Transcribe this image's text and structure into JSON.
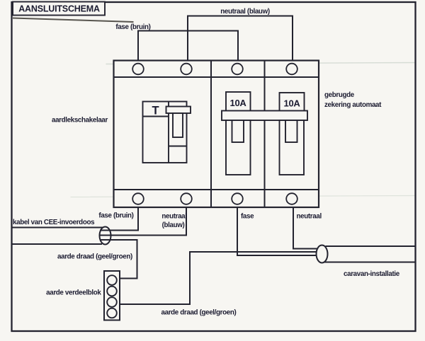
{
  "title": "AANSLUITSCHEMA",
  "colors": {
    "line": "#23232f",
    "text": "#1b1b30",
    "paper": "#f7f6f2"
  },
  "diagram": {
    "top_wires": {
      "fase_label": "fase (bruin)",
      "neutraal_label": "neutraal (blauw)"
    },
    "devices": {
      "rcd": {
        "label": "aardlekschakelaar",
        "test_button": "T"
      },
      "breakers": {
        "rating1": "10A",
        "rating2": "10A",
        "label_line1": "gebrugde",
        "label_line2": "zekering automaat"
      }
    },
    "bottom_wires": {
      "fase_bruin_label": "fase (bruin)",
      "neutraal_label_line1": "neutraal",
      "neutraal_label_line2": "(blauw)",
      "cee_cable_label": "kabel van CEE-invoerdoos",
      "earth_wire_label_1": "aarde draad (geel/groen)",
      "earth_block_label": "aarde verdeelblok",
      "earth_wire_label_2": "aarde draad (geel/groen)",
      "caravan_fase_label": "fase",
      "caravan_neutraal_label": "neutraal",
      "caravan_cable_label": "caravan-installatie"
    }
  }
}
